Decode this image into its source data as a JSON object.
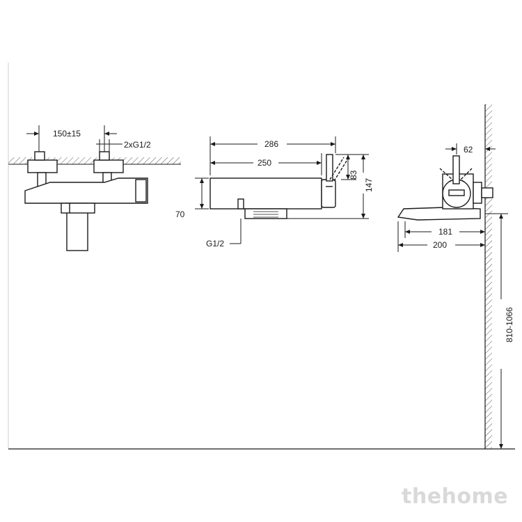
{
  "drawing": {
    "front_view": {
      "dim_center_distance": "150±15",
      "dim_inlet": "2xG1/2"
    },
    "side_view": {
      "dim_overall_length": "286",
      "dim_body_length": "250",
      "dim_lever_height": "83",
      "dim_total_height": "147",
      "dim_outlet_height": "70",
      "dim_outlet_thread": "G1/2"
    },
    "top_view": {
      "dim_wall_to_axis": "62",
      "dim_spout_depth": "181",
      "dim_total_depth": "200",
      "dim_mounting_height": "810-1066"
    },
    "colors": {
      "line": "#1a1a1a",
      "hatch": "#555555",
      "watermark": "#d9d9d9"
    }
  },
  "watermark": {
    "brand": "thehome"
  }
}
